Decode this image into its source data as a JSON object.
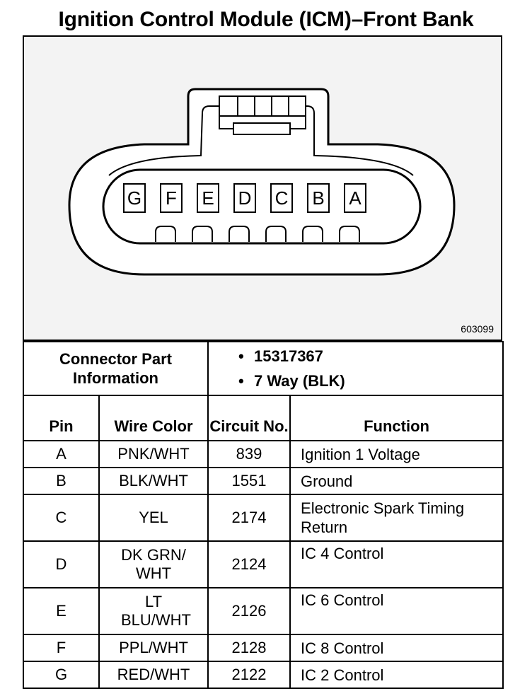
{
  "title": "Ignition Control Module (ICM)–Front Bank",
  "figure_id": "603099",
  "connector": {
    "header": "Connector Part Information",
    "info": [
      "15317367",
      "7 Way (BLK)"
    ],
    "pin_letters": [
      "G",
      "F",
      "E",
      "D",
      "C",
      "B",
      "A"
    ]
  },
  "table": {
    "headers": {
      "pin": "Pin",
      "wire_color": "Wire Color",
      "circuit_no": "Circuit No.",
      "function": "Function"
    },
    "rows": [
      {
        "pin": "A",
        "wire": "PNK/WHT",
        "circuit": "839",
        "function": "Ignition 1 Voltage"
      },
      {
        "pin": "B",
        "wire": "BLK/WHT",
        "circuit": "1551",
        "function": "Ground"
      },
      {
        "pin": "C",
        "wire": "YEL",
        "circuit": "2174",
        "function": "Electronic Spark Timing Return"
      },
      {
        "pin": "D",
        "wire": "DK GRN/ WHT",
        "circuit": "2124",
        "function": "IC 4 Control"
      },
      {
        "pin": "E",
        "wire": "LT BLU/WHT",
        "circuit": "2126",
        "function": "IC 6 Control"
      },
      {
        "pin": "F",
        "wire": "PPL/WHT",
        "circuit": "2128",
        "function": "IC 8 Control"
      },
      {
        "pin": "G",
        "wire": "RED/WHT",
        "circuit": "2122",
        "function": "IC 2 Control"
      }
    ]
  }
}
